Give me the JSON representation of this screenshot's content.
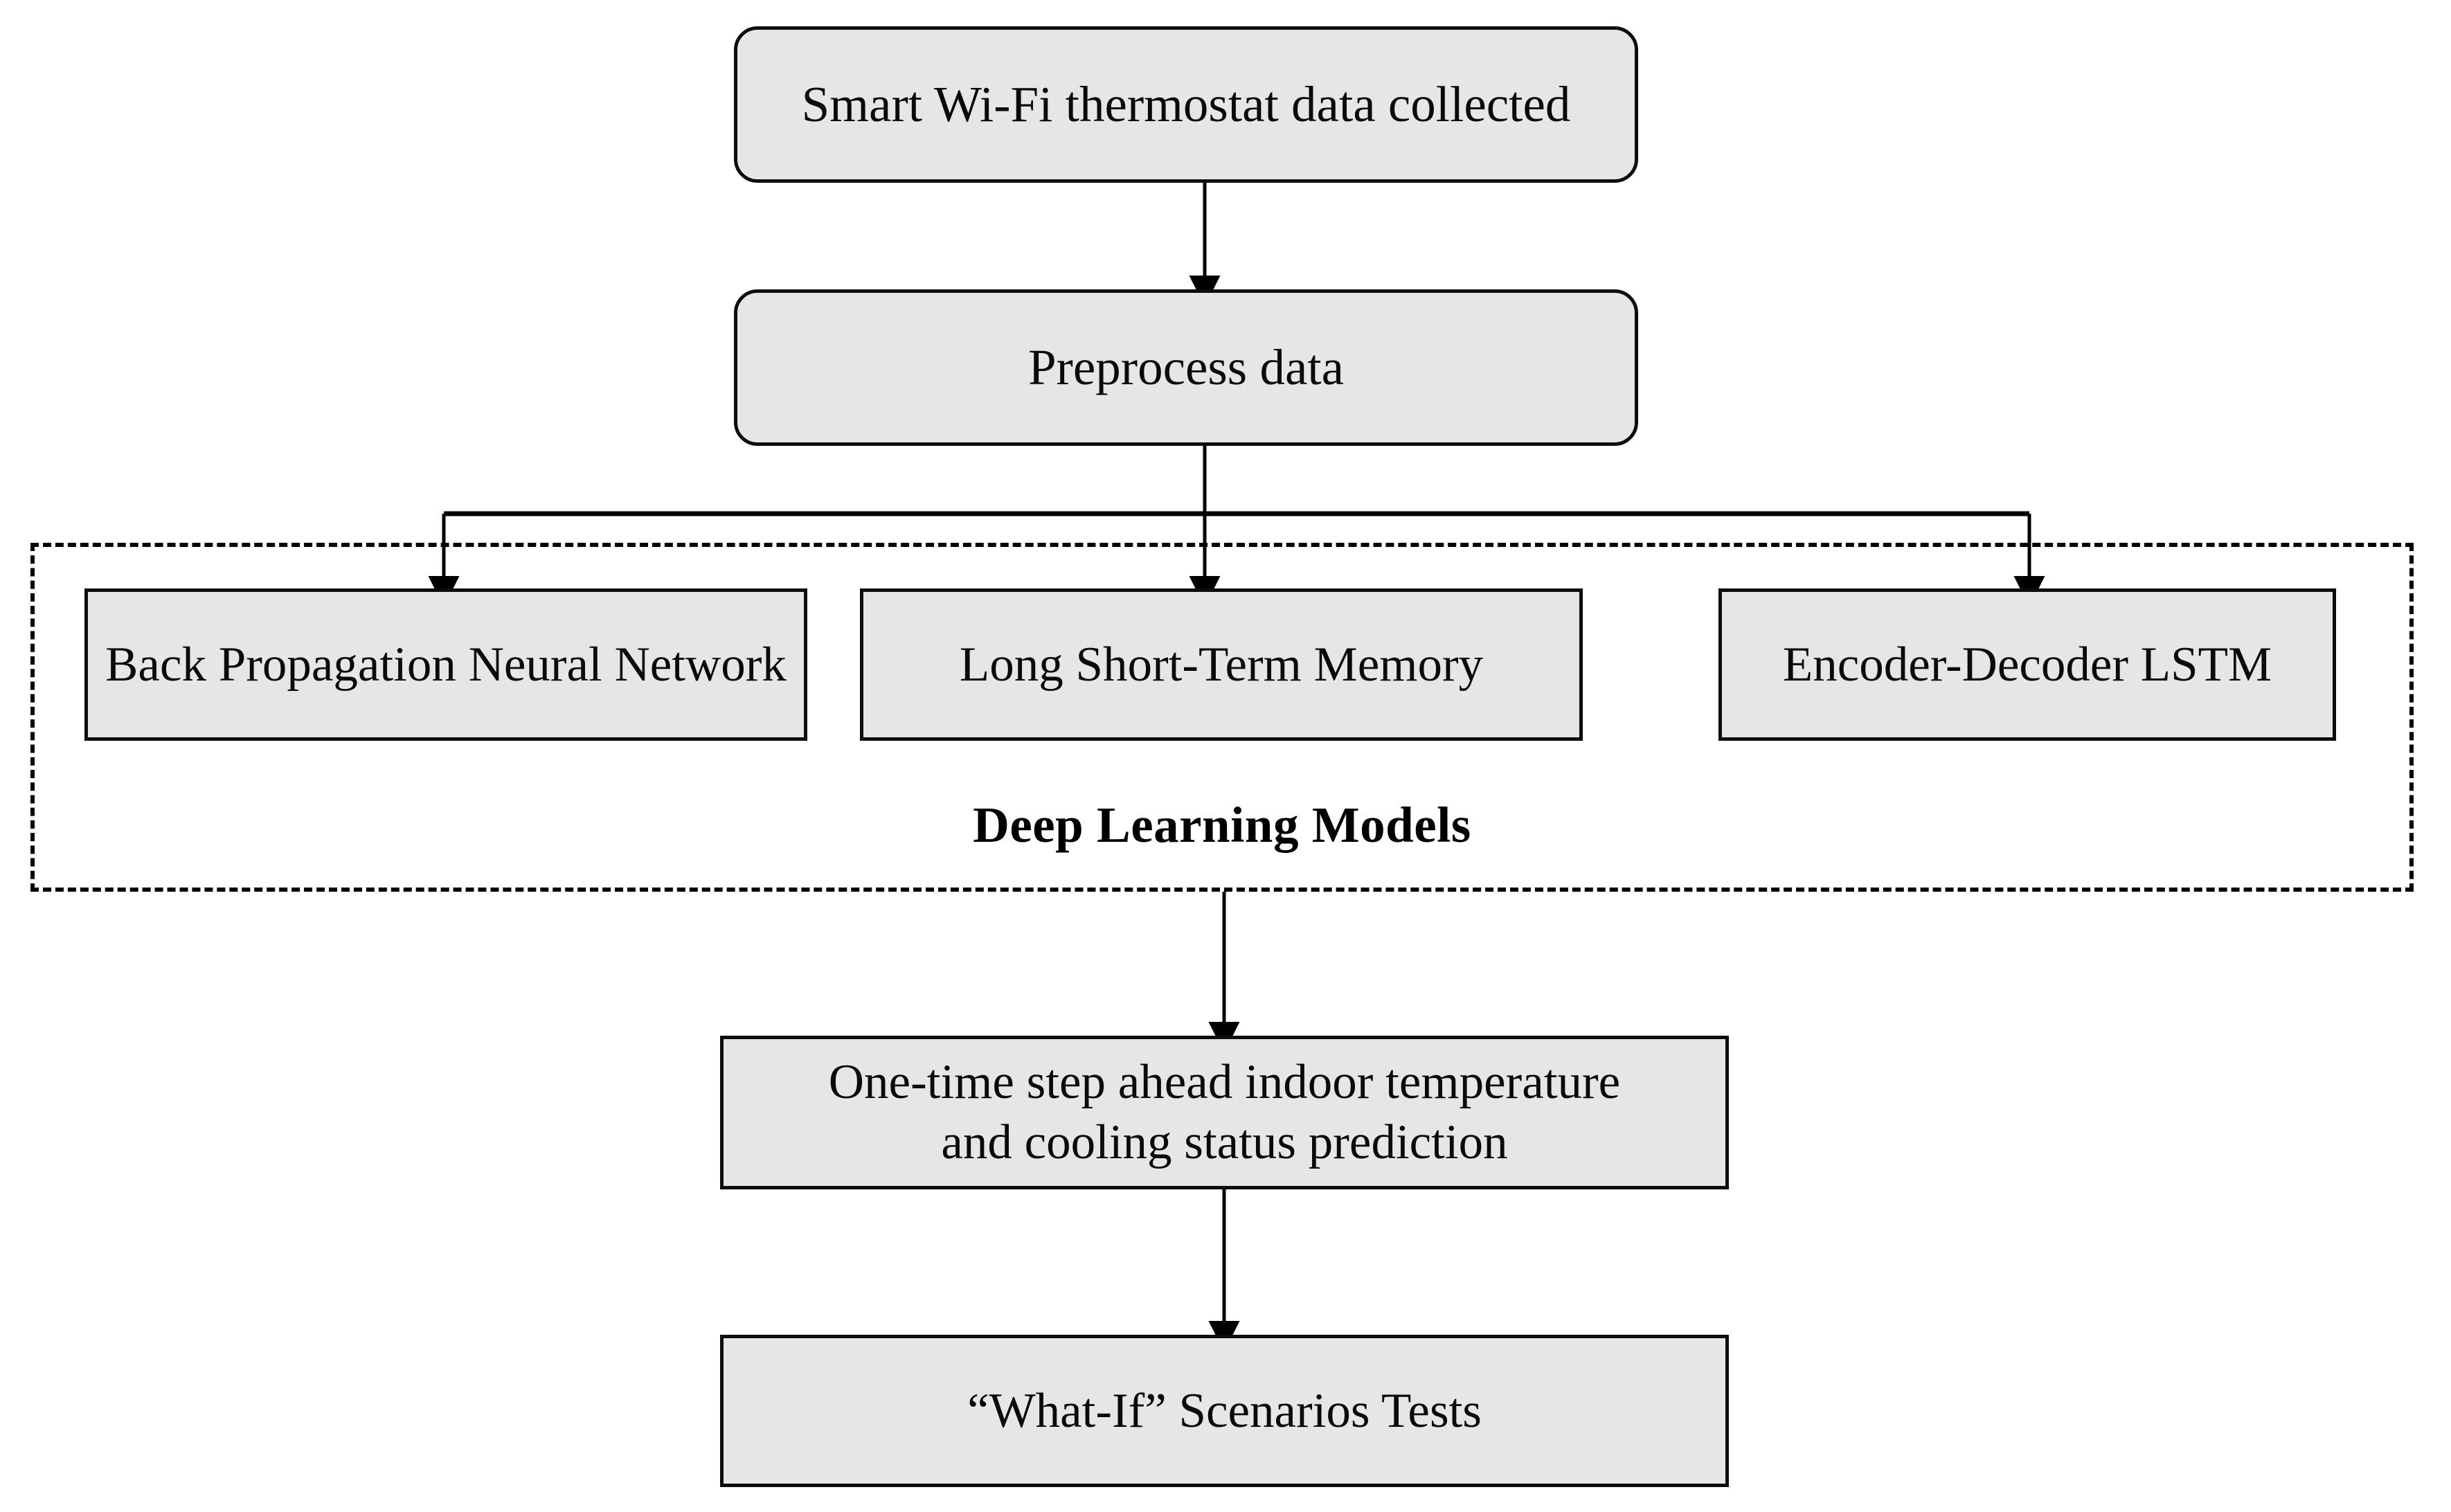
{
  "diagram": {
    "title": "Deep learning methodology flowchart",
    "background_color": "#ffffff",
    "node_fill_color": "#e6e6e6",
    "node_border_color": "#0d0d0d",
    "group_border_color": "#000000",
    "connector_color": "#000000"
  },
  "nodes": {
    "collect": {
      "label": "Smart Wi-Fi thermostat data collected",
      "shape": "rounded-rectangle"
    },
    "preprocess": {
      "label": "Preprocess data",
      "shape": "rounded-rectangle"
    },
    "bpnn": {
      "label": "Back Propagation Neural Network",
      "shape": "rectangle"
    },
    "lstm": {
      "label": "Long Short-Term Memory",
      "shape": "rectangle"
    },
    "edlstm": {
      "label": "Encoder-Decoder LSTM",
      "shape": "rectangle"
    },
    "prediction": {
      "label": "One-time step ahead indoor temperature\nand cooling status prediction",
      "shape": "rectangle"
    },
    "whatif": {
      "label": "“What-If” Scenarios Tests",
      "shape": "rectangle"
    }
  },
  "group": {
    "deep_learning": {
      "title": "Deep Learning Models",
      "border_style": "dashed",
      "members": [
        "bpnn",
        "lstm",
        "edlstm"
      ]
    }
  },
  "edges": [
    {
      "from": "collect",
      "to": "preprocess",
      "style": "arrow-down"
    },
    {
      "from": "preprocess",
      "to": "bpnn",
      "style": "arrow-down-branch-left"
    },
    {
      "from": "preprocess",
      "to": "lstm",
      "style": "arrow-down"
    },
    {
      "from": "preprocess",
      "to": "edlstm",
      "style": "arrow-down-branch-right"
    },
    {
      "from": "deep_learning",
      "to": "prediction",
      "style": "arrow-down"
    },
    {
      "from": "prediction",
      "to": "whatif",
      "style": "arrow-down"
    }
  ]
}
